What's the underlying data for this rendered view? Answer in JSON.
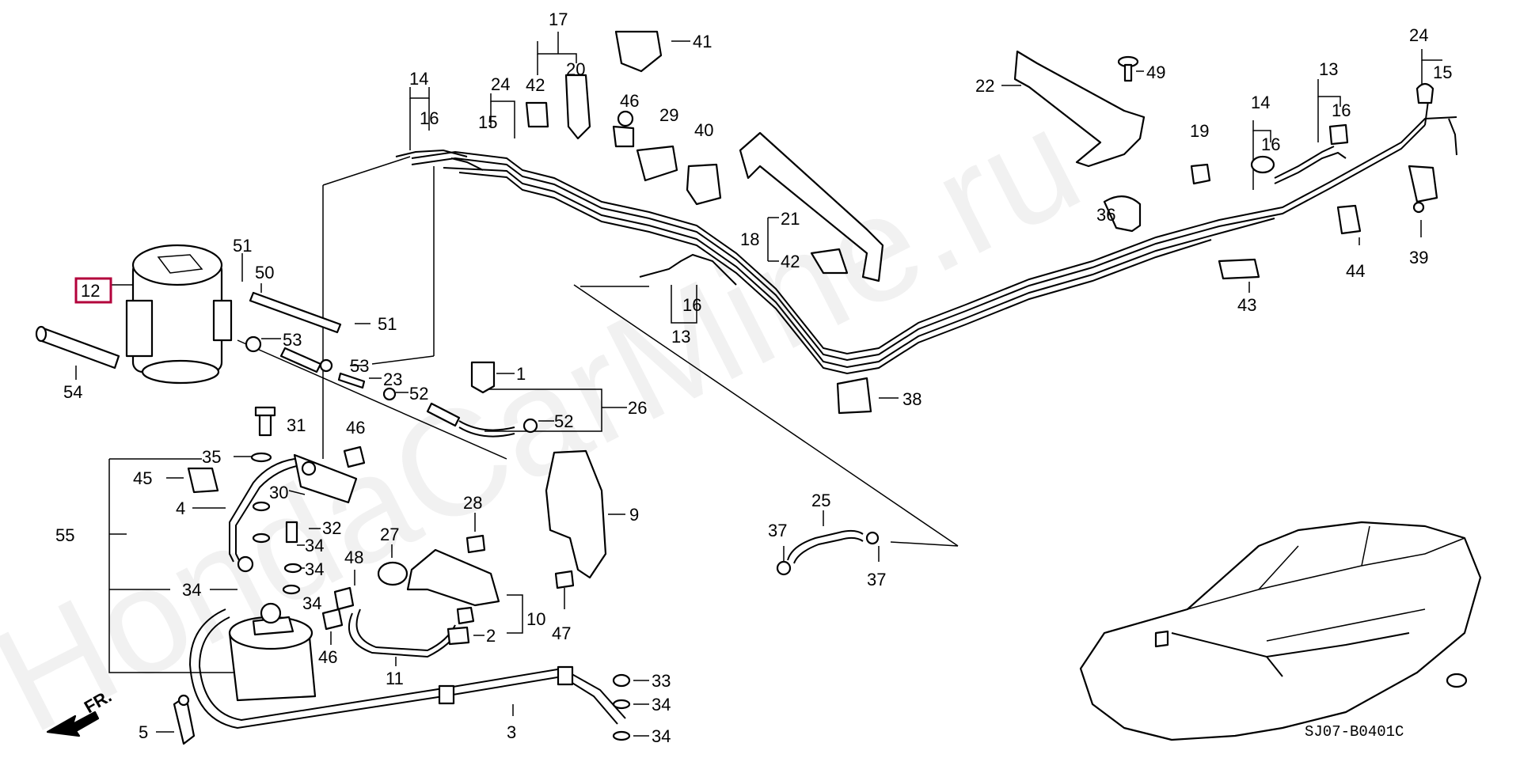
{
  "diagram": {
    "highlight_color": "#b3003b",
    "watermark": "HondaCarMine.ru",
    "code": "SJ07-B0401C",
    "front_label": "FR.",
    "labels": {
      "l12": "12",
      "l54": "54",
      "l51a": "51",
      "l50": "50",
      "l51b": "51",
      "l53a": "53",
      "l53b": "53",
      "l23": "23",
      "l52a": "52",
      "l52b": "52",
      "l26": "26",
      "l1": "1",
      "l14a": "14",
      "l16a": "16",
      "l24a": "24",
      "l15a": "15",
      "l17": "17",
      "l42a": "42",
      "l20": "20",
      "l41": "41",
      "l46a": "46",
      "l29": "29",
      "l40": "40",
      "l21": "21",
      "l18": "18",
      "l42b": "42",
      "l16b": "16",
      "l13a": "13",
      "l38": "38",
      "l22": "22",
      "l49": "49",
      "l13b": "13",
      "l16c": "16",
      "l14b": "14",
      "l16d": "16",
      "l19": "19",
      "l24b": "24",
      "l15b": "15",
      "l36": "36",
      "l44": "44",
      "l39": "39",
      "l43": "43",
      "l31": "31",
      "l46b": "46",
      "l35": "35",
      "l45": "45",
      "l30": "30",
      "l4": "4",
      "l32": "32",
      "l34a": "34",
      "l34b": "34",
      "l55": "55",
      "l34c": "34",
      "l34d": "34",
      "l48": "48",
      "l46c": "46",
      "l28": "28",
      "l27": "27",
      "l9": "9",
      "l10": "10",
      "l2": "2",
      "l47": "47",
      "l11": "11",
      "l25": "25",
      "l37a": "37",
      "l37b": "37",
      "l5": "5",
      "l3": "3",
      "l33": "33",
      "l34e": "34",
      "l34f": "34"
    }
  }
}
